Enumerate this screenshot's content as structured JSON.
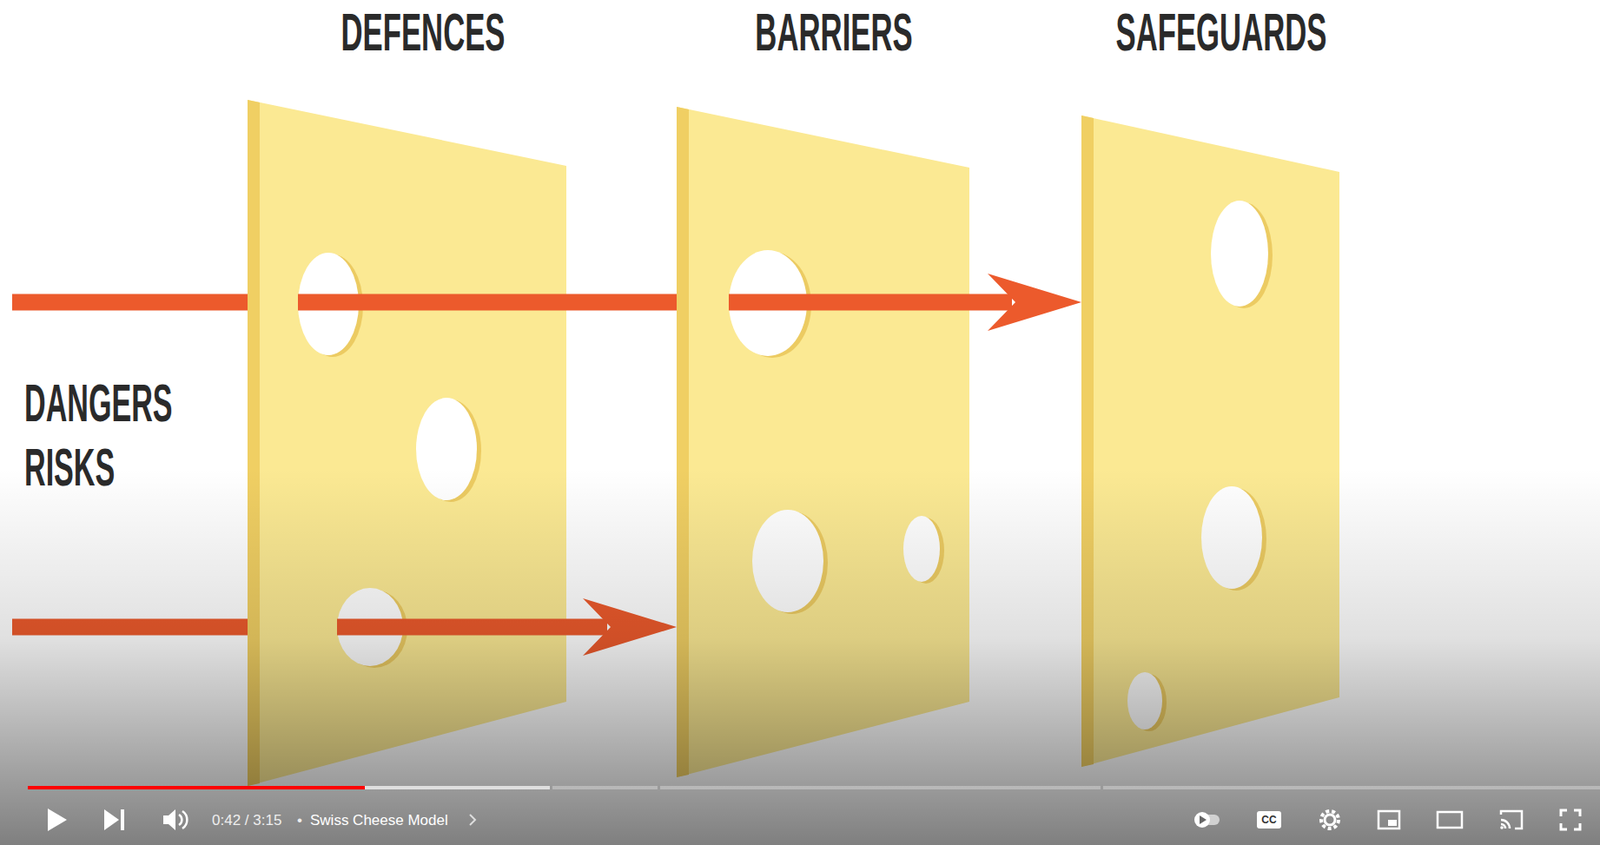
{
  "diagram": {
    "nodes": [
      {
        "text": [
          "DEFENCES"
        ]
      },
      {
        "text": [
          "BARRIERS"
        ]
      },
      {
        "text": [
          "SAFEGUARDS"
        ]
      }
    ],
    "edges": [
      {
        "from": 0,
        "to": 1,
        "arrow": "none"
      },
      {
        "from": 1,
        "to": 2,
        "arrow": "to"
      },
      {
        "from": 0,
        "to": 1,
        "arrow": "to"
      }
    ],
    "labels": [
      "DANGERS RISKS",
      "0:42 / 3:15",
      "•",
      "Swiss Cheese Model",
      "CC"
    ]
  }
}
